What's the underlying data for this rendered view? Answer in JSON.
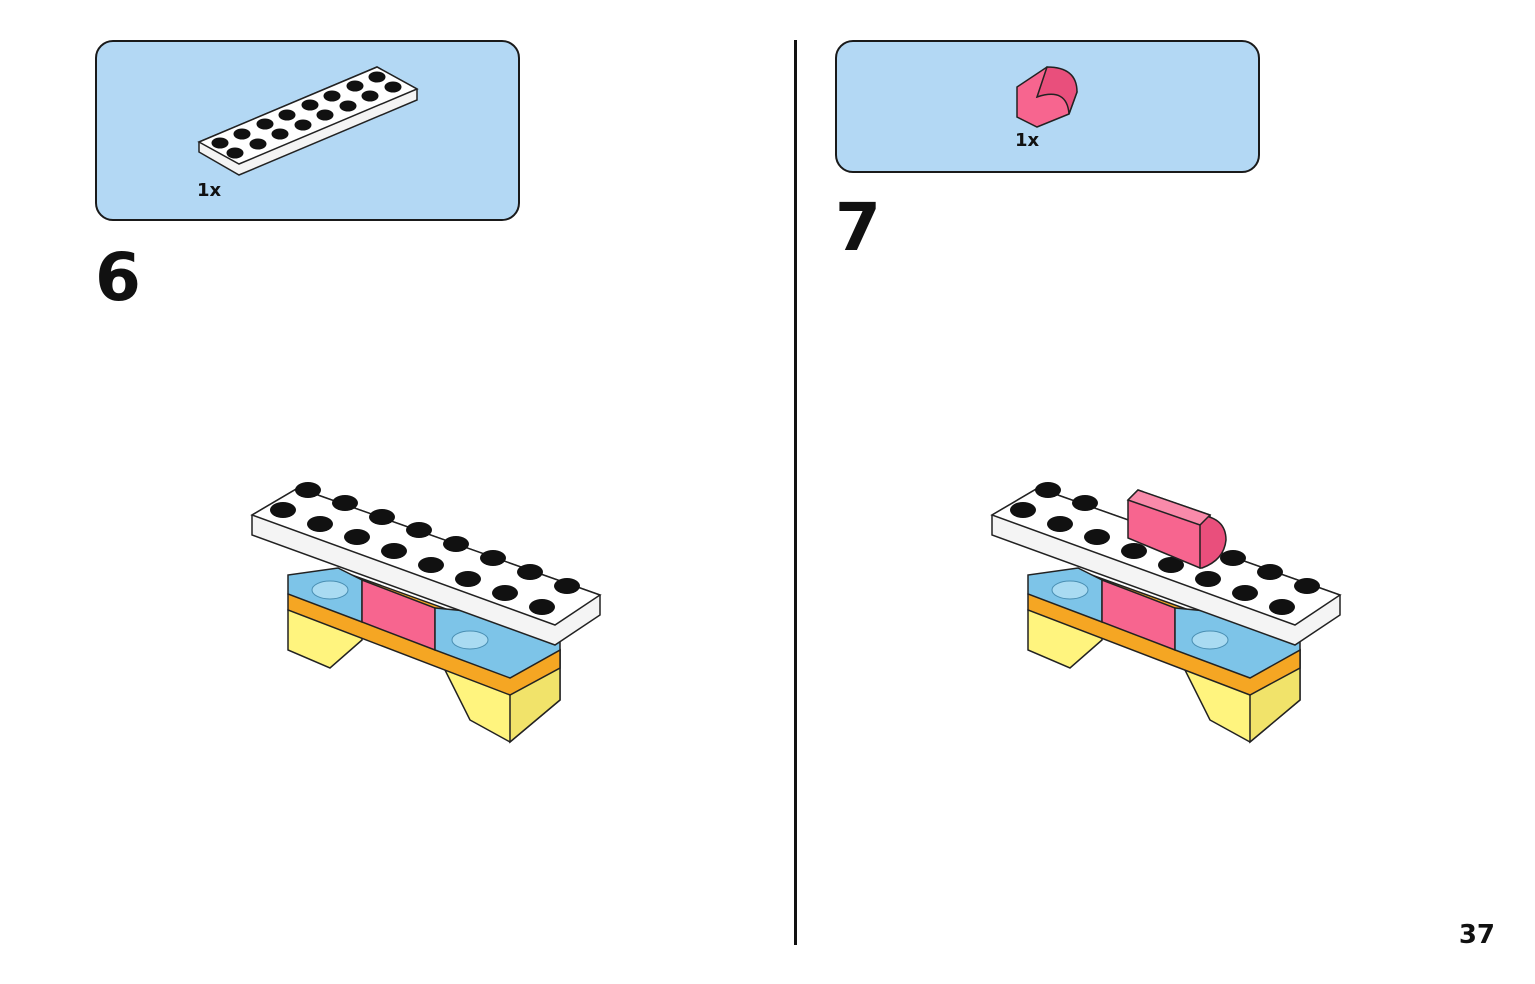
{
  "steps": [
    {
      "number": "6",
      "parts": [
        {
          "qty": "1x",
          "icon": "white-plate-2x10-icon"
        }
      ]
    },
    {
      "number": "7",
      "parts": [
        {
          "qty": "1x",
          "icon": "pink-curved-slope-icon"
        }
      ]
    }
  ],
  "page_number": "37",
  "colors": {
    "parts_box_bg": "#b3d8f4",
    "white_plate": "#f4f4f4",
    "pink": "#f7658f",
    "orange": "#f5a623",
    "yellow": "#fff47e",
    "trans_blue": "#7dc4e8"
  }
}
